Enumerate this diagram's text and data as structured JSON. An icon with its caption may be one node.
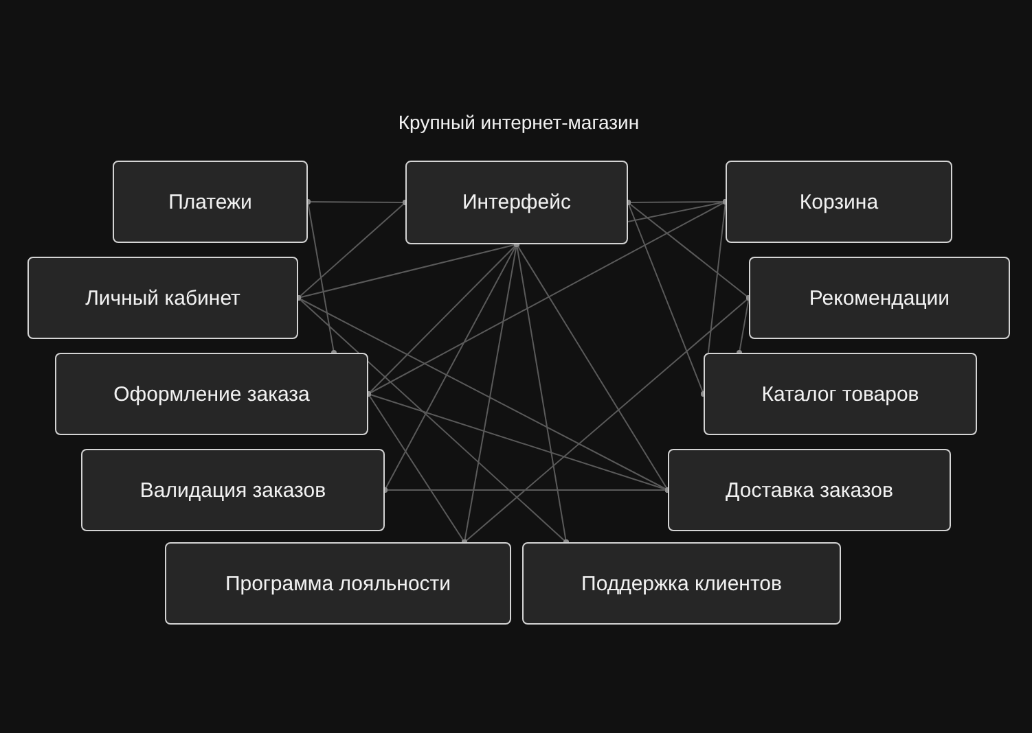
{
  "diagram": {
    "title": "Крупный интернет-магазин",
    "nodes": [
      {
        "text": [
          "Платежи"
        ]
      },
      {
        "text": [
          "Интерфейс"
        ]
      },
      {
        "text": [
          "Корзина"
        ]
      },
      {
        "text": [
          "Личный кабинет"
        ]
      },
      {
        "text": [
          "Рекомендации"
        ]
      },
      {
        "text": [
          "Каталог товаров"
        ]
      },
      {
        "text": [
          "Оформление заказа"
        ]
      },
      {
        "text": [
          "Валидация заказов"
        ]
      },
      {
        "text": [
          "Доставка заказов"
        ]
      },
      {
        "text": [
          "Программа лояльности"
        ]
      },
      {
        "text": [
          "Поддержка клиентов"
        ]
      }
    ],
    "edges": [
      {
        "from": 0,
        "to": 1,
        "arrow": "other"
      },
      {
        "from": 0,
        "to": 6,
        "arrow": "other"
      },
      {
        "from": 1,
        "to": 2,
        "arrow": "other"
      },
      {
        "from": 1,
        "to": 2,
        "arrow": "other"
      },
      {
        "from": 1,
        "to": 5,
        "arrow": "other"
      },
      {
        "from": 1,
        "to": 4,
        "arrow": "other"
      },
      {
        "from": 3,
        "to": 1,
        "arrow": "other"
      },
      {
        "from": 3,
        "to": 1,
        "arrow": "other"
      },
      {
        "from": 1,
        "to": 6,
        "arrow": "other"
      },
      {
        "from": 1,
        "to": 7,
        "arrow": "other"
      },
      {
        "from": 1,
        "to": 9,
        "arrow": "other"
      },
      {
        "from": 1,
        "to": 10,
        "arrow": "other"
      },
      {
        "from": 1,
        "to": 8,
        "arrow": "other"
      },
      {
        "from": 2,
        "to": 6,
        "arrow": "other"
      },
      {
        "from": 2,
        "to": 5,
        "arrow": "other"
      },
      {
        "from": 4,
        "to": 5,
        "arrow": "other"
      },
      {
        "from": 4,
        "to": 9,
        "arrow": "other"
      },
      {
        "from": 3,
        "to": 8,
        "arrow": "other"
      },
      {
        "from": 3,
        "to": 10,
        "arrow": "other"
      },
      {
        "from": 6,
        "to": 8,
        "arrow": "other"
      },
      {
        "from": 6,
        "to": 9,
        "arrow": "other"
      },
      {
        "from": 7,
        "to": 8,
        "arrow": "other"
      }
    ]
  }
}
